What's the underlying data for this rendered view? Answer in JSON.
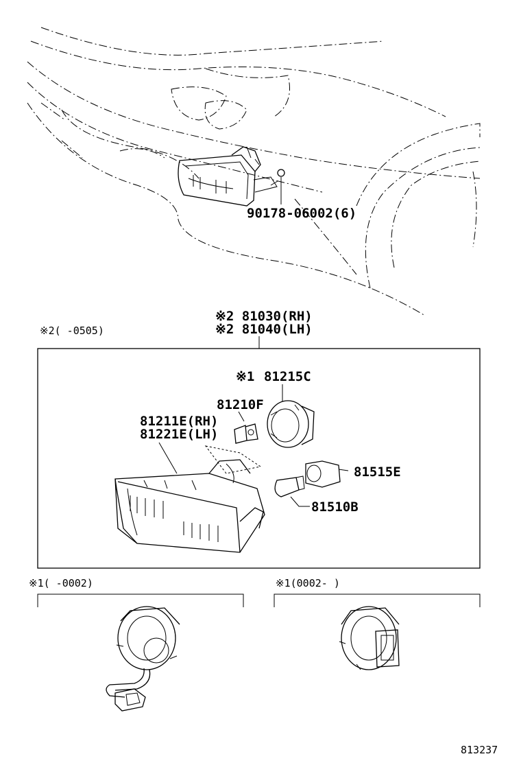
{
  "labels": {
    "bolt": "90178-06002(6)",
    "assy_rh": "※2 81030(RH)",
    "assy_lh": "※2 81040(LH)",
    "note_2": "※2(     -0505)",
    "socket_note": "※1",
    "socket_part": "81215C",
    "bulb_main": "81210F",
    "lens_rh": "81211E(RH)",
    "lens_lh": "81221E(LH)",
    "small_socket": "81515E",
    "small_bulb": "81510B",
    "note_1_left": "※1(     -0002)",
    "note_1_right": "※1(0002-     )",
    "diagram_number": "813237"
  }
}
